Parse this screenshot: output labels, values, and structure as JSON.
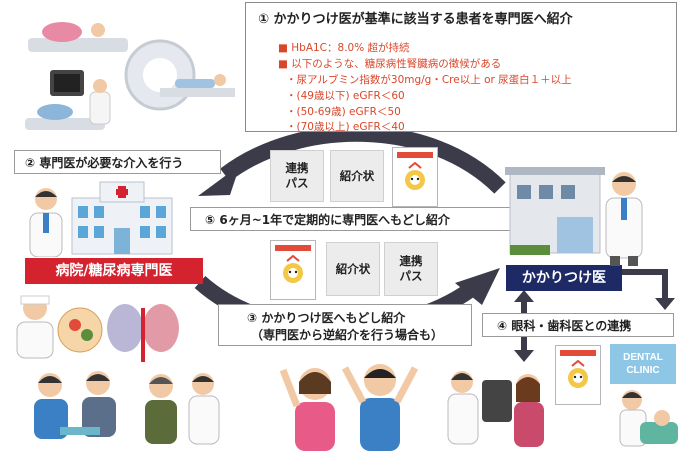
{
  "top_box": {
    "title": "① かかりつけ医が基準に該当する患者を専門医へ紹介",
    "lines": [
      "■ HbA1C：8.0% 超が持続",
      "■ 以下のような、糖尿病性腎臓病の徴候がある",
      "・尿アルブミン指数が30mg/g・Cre以上 or 尿蛋白１＋以上",
      "・(49歳以下) eGFR＜60",
      "・(50-69歳)  eGFR＜50",
      "・(70歳以上) eGFR＜40"
    ]
  },
  "step2": "② 専門医が必要な介入を行う",
  "step5": "⑤ 6ヶ月~1年で定期的に専門医へもどし紹介",
  "step3_line1": "③ かかりつけ医へもどし紹介",
  "step3_line2": "（専門医から逆紹介を行う場合も）",
  "step4": "④ 眼科・歯科医との連携",
  "hospital_label": "病院/糖尿病専門医",
  "clinic_label": "かかりつけ医",
  "clinic_sign": "DENTAL CLINIC",
  "docs_top": [
    "連携\nパス",
    "紹介状"
  ],
  "docs_mid": [
    "紹介状",
    "連携\nパス"
  ],
  "colors": {
    "arrow": "#3b3b4a",
    "red_banner": "#d4232f",
    "navy_banner": "#1d2a66",
    "criteria_text": "#d9472b"
  }
}
